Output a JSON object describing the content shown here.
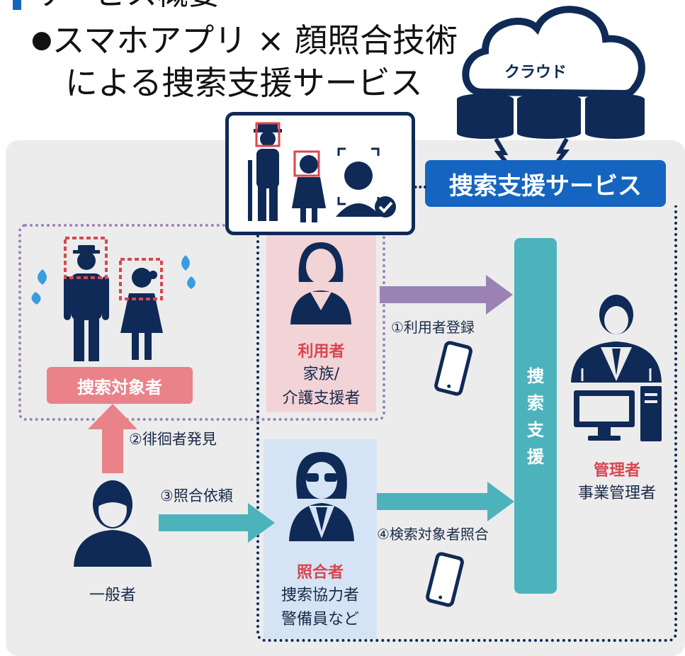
{
  "header": {
    "partial_title": "サービス概要",
    "bullet": "●",
    "line1": "スマホアプリ × 顔照合技術",
    "line2": "による捜索支援サービス"
  },
  "cloud": {
    "label": "クラウド"
  },
  "service": {
    "label": "捜索支援サービス"
  },
  "search_support": {
    "label": "捜索支援",
    "chars": [
      "捜",
      "索",
      "支",
      "援"
    ]
  },
  "target": {
    "label": "捜索対象者"
  },
  "user": {
    "role": "利用者",
    "desc1": "家族/",
    "desc2": "介護支援者"
  },
  "matcher": {
    "role": "照合者",
    "desc1": "捜索協力者",
    "desc2": "警備員など"
  },
  "admin": {
    "role": "管理者",
    "desc": "事業管理者"
  },
  "public": {
    "label": "一般者"
  },
  "steps": {
    "s1": "①利用者登録",
    "s2": "②徘徊者発見",
    "s3": "③照合依頼",
    "s4": "④検索対象者照合"
  },
  "colors": {
    "navy": "#0f2a56",
    "service_blue": "#1565c0",
    "teal": "#4cb3bd",
    "purple": "#9b82b4",
    "pink": "#e98289",
    "role_red": "#d9464f",
    "user_bg": "#f2d3d6",
    "matcher_bg": "#d5e4f4",
    "panel_bg": "#ececec"
  }
}
